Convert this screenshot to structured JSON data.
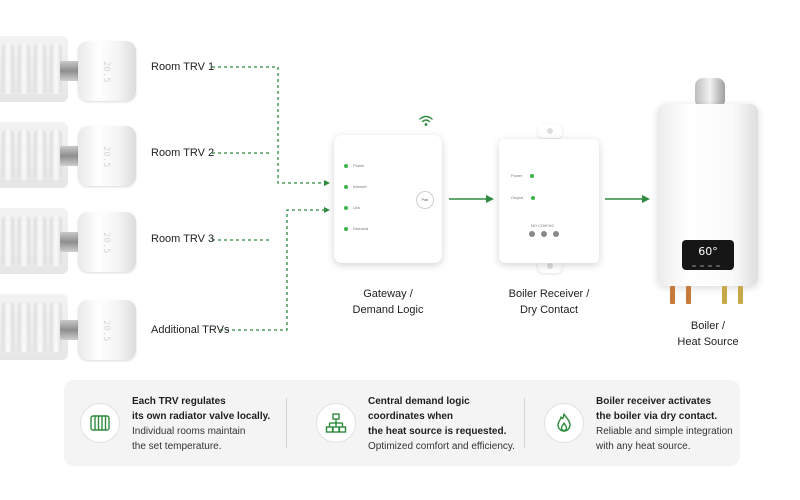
{
  "rooms": [
    {
      "label": "Room TRV 1",
      "display": "20.5"
    },
    {
      "label": "Room TRV 2",
      "display": "20.5"
    },
    {
      "label": "Room TRV 3",
      "display": "20.5"
    },
    {
      "label": "Additional TRVs",
      "display": "20.5"
    }
  ],
  "gateway": {
    "title_line1": "Gateway /",
    "title_line2": "Demand Logic",
    "leds": [
      "Power",
      "Internet",
      "Link",
      "Demand"
    ],
    "pair_label": "Pair"
  },
  "receiver": {
    "title_line1": "Boiler Receiver /",
    "title_line2": "Dry Contact",
    "leds": [
      "Power",
      "Output"
    ],
    "terminals": "NO  COM  NC"
  },
  "boiler": {
    "title_line1": "Boiler /",
    "title_line2": "Heat Source",
    "display": "60°"
  },
  "colors": {
    "accent": "#2e8b3e",
    "panel": "#f4f4f4"
  },
  "info": [
    {
      "icon": "radiator-icon",
      "bold1": "Each TRV regulates",
      "bold2": "its own radiator valve locally.",
      "line3": "Individual rooms maintain",
      "line4": "the set temperature."
    },
    {
      "icon": "network-icon",
      "bold1": "Central demand logic",
      "bold2": "coordinates when",
      "bold3": "the heat source is requested.",
      "line4": "Optimized comfort and efficiency."
    },
    {
      "icon": "flame-icon",
      "bold1": "Boiler receiver activates",
      "bold2": "the boiler via dry contact.",
      "line3": "Reliable and simple integration",
      "line4": "with any heat source."
    }
  ]
}
